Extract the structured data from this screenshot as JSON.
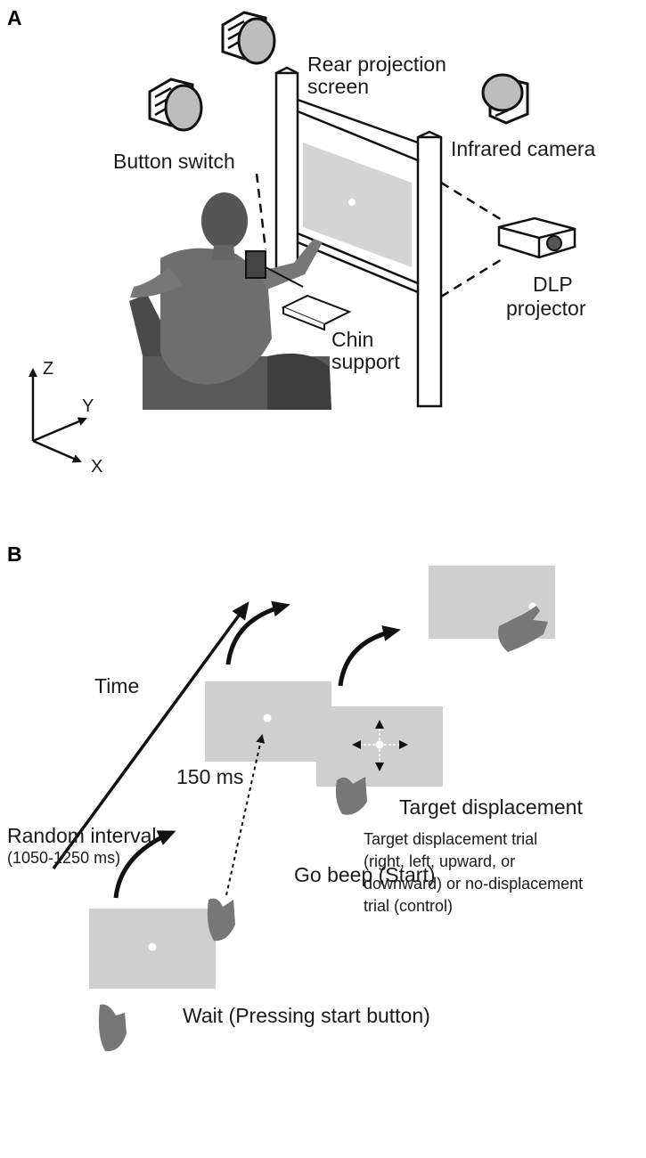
{
  "panels": {
    "a": "A",
    "b": "B"
  },
  "panel_a": {
    "rear_projection_screen_line1": "Rear projection",
    "rear_projection_screen_line2": "screen",
    "infrared_camera": "Infrared camera",
    "button_switch": "Button switch",
    "dlp_projector_line1": "DLP",
    "dlp_projector_line2": "projector",
    "chin_support_line1": "Chin",
    "chin_support_line2": "support",
    "axes": {
      "z": "Z",
      "y": "Y",
      "x": "X"
    }
  },
  "panel_b": {
    "time": "Time",
    "random_interval": "Random interval",
    "random_interval_range": "(1050-1250 ms)",
    "go_beep": "Go beep (Start)",
    "delay_150": "150 ms",
    "target_displacement": "Target displacement",
    "trial_desc_line1": "Target displacement trial",
    "trial_desc_line2": "(right, left, upward, or",
    "trial_desc_line3": "downward) or no-displacement",
    "trial_desc_line4": "trial (control)",
    "wait": "Wait (Pressing start button)"
  },
  "colors": {
    "screen_gray": "#cfcfcf",
    "body_gray": "#6e6e6e",
    "ink": "#111111"
  }
}
